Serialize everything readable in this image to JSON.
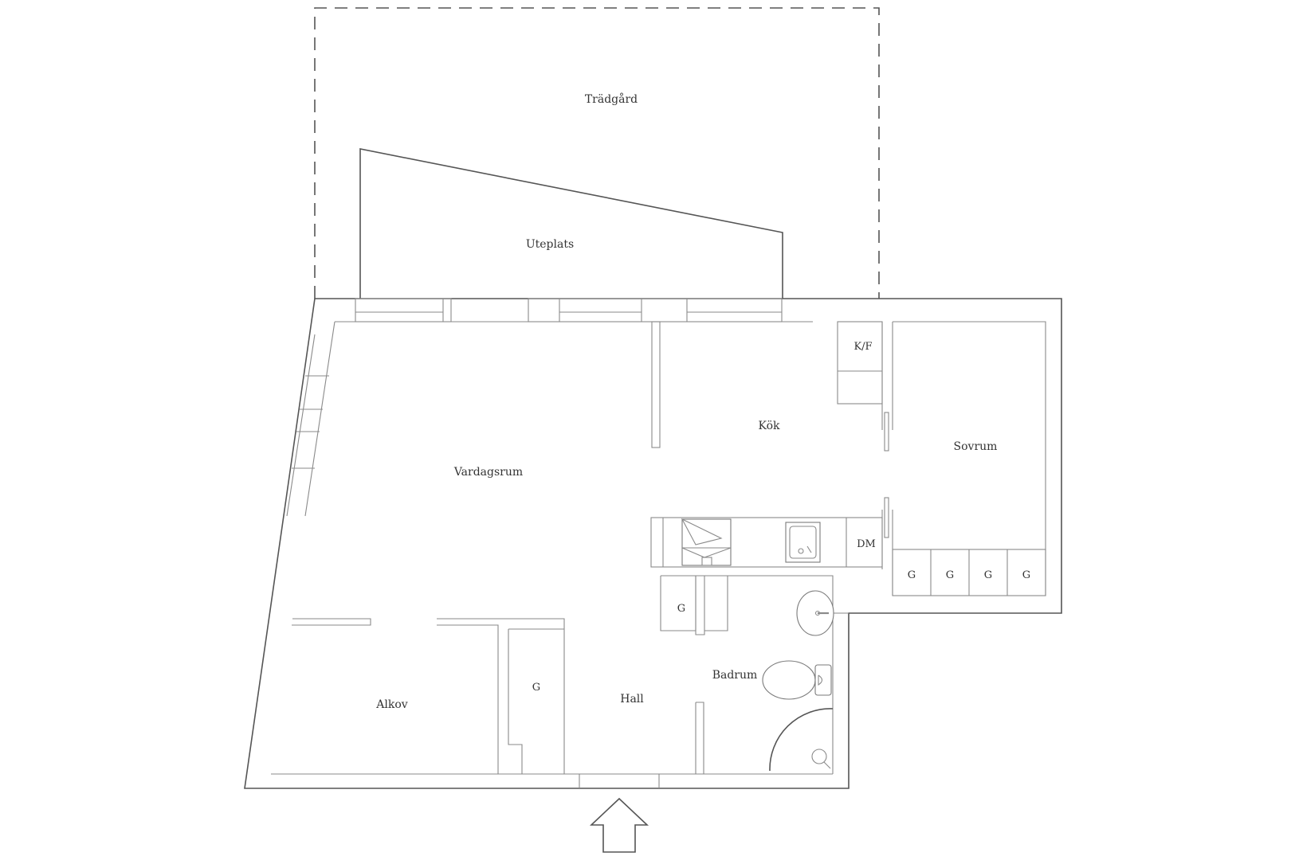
{
  "rooms": {
    "tradgard": "Trädgård",
    "uteplats": "Uteplats",
    "vardagsrum": "Vardagsrum",
    "kok": "Kök",
    "sovrum": "Sovrum",
    "alkov": "Alkov",
    "hall": "Hall",
    "badrum": "Badrum"
  },
  "fixtures": {
    "kf": "K/F",
    "dm": "DM",
    "wardrobe": "G"
  },
  "colors": {
    "wall": "#555555",
    "text": "#333333",
    "background": "#ffffff"
  },
  "icons": {
    "entrance": "entrance-arrow-icon"
  }
}
